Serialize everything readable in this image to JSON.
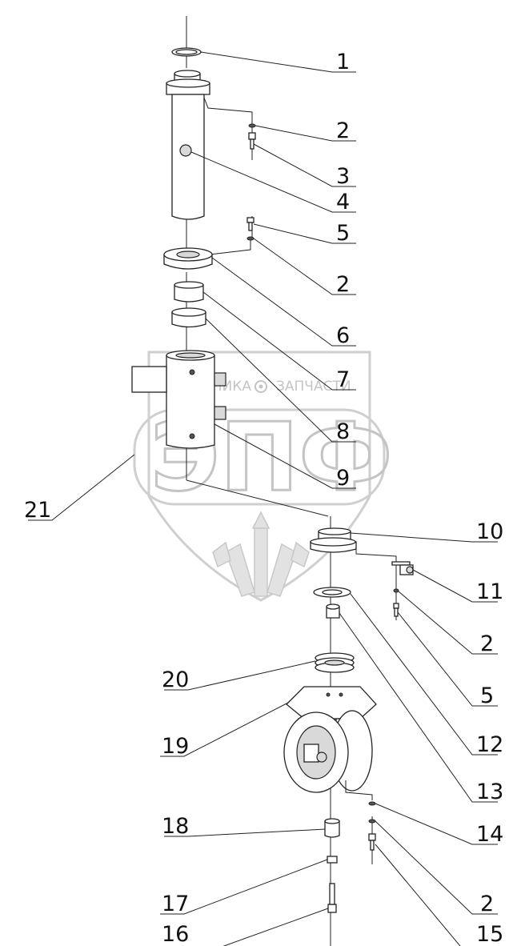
{
  "watermark": {
    "brand_small": "ТЕХНИКА",
    "brand_small_2": "ЗАПЧАСТИ",
    "brand_big": "ЭПФ",
    "gear_icon": "gear-icon"
  },
  "callouts": [
    {
      "id": "c1",
      "label": "1"
    },
    {
      "id": "c2a",
      "label": "2"
    },
    {
      "id": "c3",
      "label": "3"
    },
    {
      "id": "c4",
      "label": "4"
    },
    {
      "id": "c5a",
      "label": "5"
    },
    {
      "id": "c2b",
      "label": "2"
    },
    {
      "id": "c6",
      "label": "6"
    },
    {
      "id": "c7",
      "label": "7"
    },
    {
      "id": "c8",
      "label": "8"
    },
    {
      "id": "c9",
      "label": "9"
    },
    {
      "id": "c21",
      "label": "21"
    },
    {
      "id": "c10",
      "label": "10"
    },
    {
      "id": "c11",
      "label": "11"
    },
    {
      "id": "c2c",
      "label": "2"
    },
    {
      "id": "c5b",
      "label": "5"
    },
    {
      "id": "c20",
      "label": "20"
    },
    {
      "id": "c12",
      "label": "12"
    },
    {
      "id": "c19",
      "label": "19"
    },
    {
      "id": "c13",
      "label": "13"
    },
    {
      "id": "c18",
      "label": "18"
    },
    {
      "id": "c14",
      "label": "14"
    },
    {
      "id": "c2d",
      "label": "2"
    },
    {
      "id": "c17",
      "label": "17"
    },
    {
      "id": "c16",
      "label": "16"
    },
    {
      "id": "c15",
      "label": "15"
    }
  ]
}
